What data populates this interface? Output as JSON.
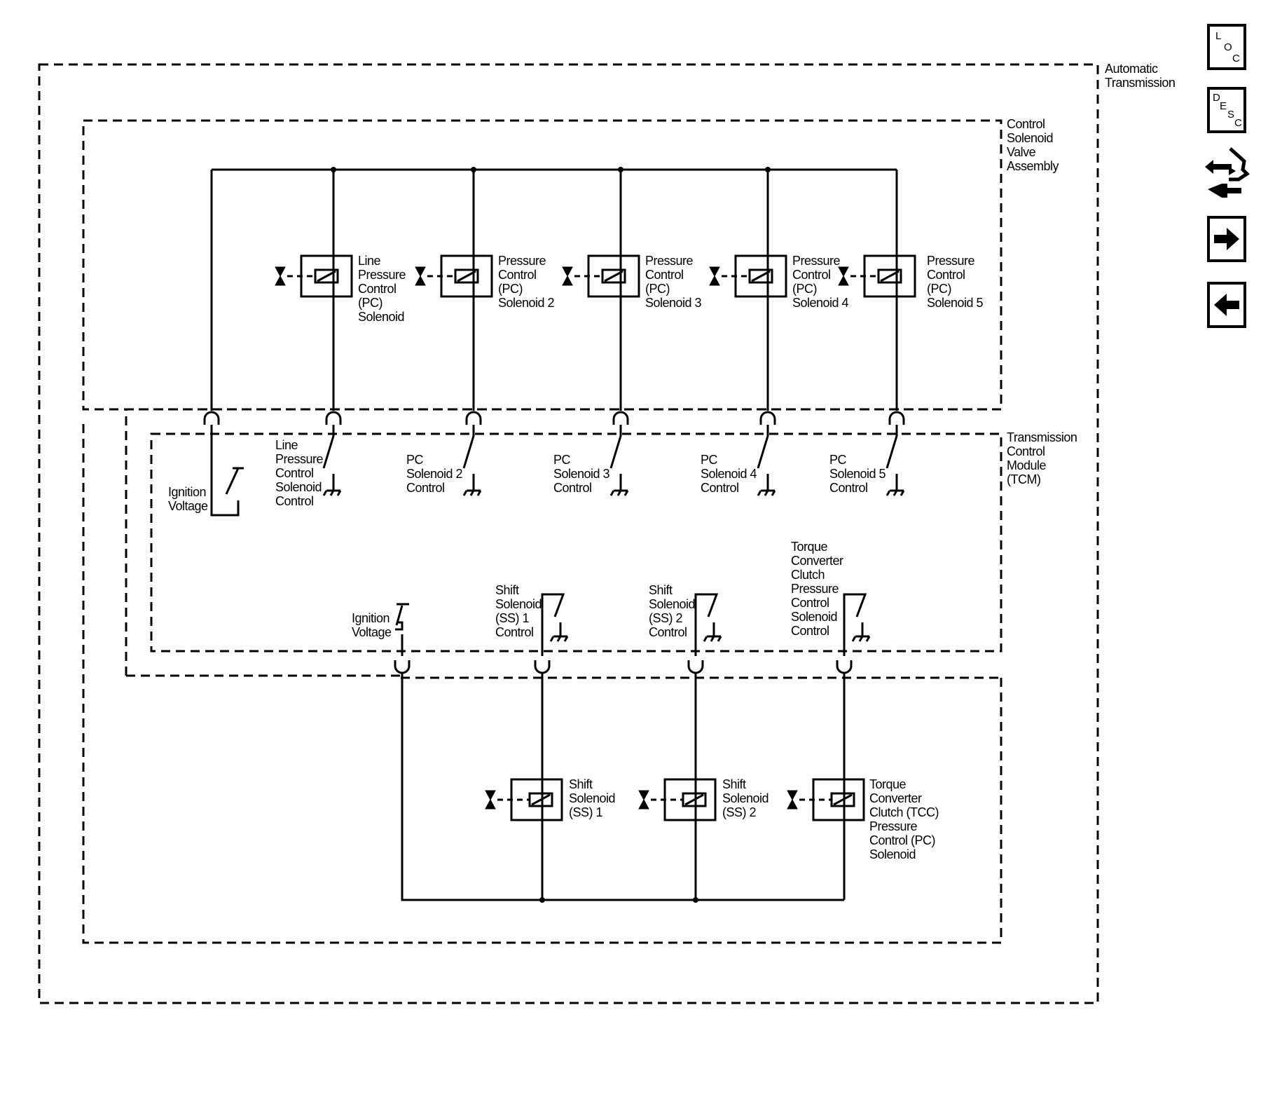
{
  "labels": {
    "automatic_transmission": [
      "Automatic",
      "Transmission"
    ],
    "control_solenoid_valve_assembly": [
      "Control",
      "Solenoid",
      "Valve",
      "Assembly"
    ],
    "tcm": [
      "Transmission",
      "Control",
      "Module",
      "(TCM)"
    ],
    "line_pc_solenoid": [
      "Line",
      "Pressure",
      "Control",
      "(PC)",
      "Solenoid"
    ],
    "pc_solenoid_2": [
      "Pressure",
      "Control",
      "(PC)",
      "Solenoid 2"
    ],
    "pc_solenoid_3": [
      "Pressure",
      "Control",
      "(PC)",
      "Solenoid 3"
    ],
    "pc_solenoid_4": [
      "Pressure",
      "Control",
      "(PC)",
      "Solenoid 4"
    ],
    "pc_solenoid_5": [
      "Pressure",
      "Control",
      "(PC)",
      "Solenoid 5"
    ],
    "ignition_voltage_upper": [
      "Ignition",
      "Voltage"
    ],
    "line_pc_solenoid_control": [
      "Line",
      "Pressure",
      "Control",
      "Solenoid",
      "Control"
    ],
    "pc_solenoid_2_control": [
      "PC",
      "Solenoid 2",
      "Control"
    ],
    "pc_solenoid_3_control": [
      "PC",
      "Solenoid 3",
      "Control"
    ],
    "pc_solenoid_4_control": [
      "PC",
      "Solenoid 4",
      "Control"
    ],
    "pc_solenoid_5_control": [
      "PC",
      "Solenoid 5",
      "Control"
    ],
    "ignition_voltage_lower": [
      "Ignition",
      "Voltage"
    ],
    "ss1_control": [
      "Shift",
      "Solenoid",
      "(SS) 1",
      "Control"
    ],
    "ss2_control": [
      "Shift",
      "Solenoid",
      "(SS) 2",
      "Control"
    ],
    "tcc_pc_solenoid_control": [
      "Torque",
      "Converter",
      "Clutch",
      "Pressure",
      "Control",
      "Solenoid",
      "Control"
    ],
    "shift_solenoid_1": [
      "Shift",
      "Solenoid",
      "(SS) 1"
    ],
    "shift_solenoid_2": [
      "Shift",
      "Solenoid",
      "(SS) 2"
    ],
    "tcc_pc_solenoid": [
      "Torque",
      "Converter",
      "Clutch (TCC)",
      "Pressure",
      "Control (PC)",
      "Solenoid"
    ]
  },
  "nav": {
    "loc": {
      "letters": [
        "L",
        "O",
        "C"
      ]
    },
    "desc": {
      "letters": [
        "D",
        "E",
        "S",
        "C"
      ]
    },
    "tool_icon": "connector-tool-icon",
    "forward_icon": "arrow-right-icon",
    "back_icon": "arrow-left-icon"
  }
}
